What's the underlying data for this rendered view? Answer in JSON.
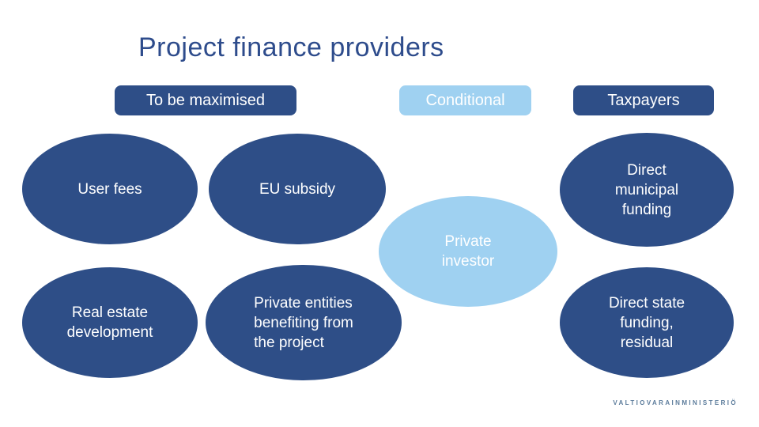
{
  "colors": {
    "dark-blue": "#2e4e87",
    "light-blue": "#9fd1f1",
    "title-blue": "#2e4c8c",
    "footer-blue": "#5b7b9b",
    "text-white": "#ffffff"
  },
  "title": "Project finance providers",
  "headers": [
    {
      "label": "To be maximised",
      "style": "dark"
    },
    {
      "label": "Conditional",
      "style": "light"
    },
    {
      "label": "Taxpayers",
      "style": "dark"
    }
  ],
  "ellipses": [
    {
      "id": "user-fees",
      "style": "dark",
      "group": "To be maximised",
      "lines": [
        "User fees"
      ]
    },
    {
      "id": "eu-subsidy",
      "style": "dark",
      "group": "To be maximised",
      "lines": [
        "EU subsidy"
      ]
    },
    {
      "id": "direct-municipal-funding",
      "style": "dark",
      "group": "Taxpayers",
      "lines": [
        "Direct",
        "municipal",
        "funding"
      ]
    },
    {
      "id": "private-investor",
      "style": "light",
      "group": "Conditional",
      "lines": [
        "Private",
        "investor"
      ]
    },
    {
      "id": "real-estate-development",
      "style": "dark",
      "group": "To be maximised",
      "lines": [
        "Real estate",
        "development"
      ]
    },
    {
      "id": "private-entities",
      "style": "dark",
      "group": "To be maximised",
      "lines": [
        "Private entities",
        "benefiting from",
        "the project"
      ]
    },
    {
      "id": "direct-state-funding",
      "style": "dark",
      "group": "Taxpayers",
      "lines": [
        "Direct state",
        "funding,",
        "residual"
      ]
    }
  ],
  "footer": {
    "logo_text": "VALTIOVARAINMINISTERIÖ"
  }
}
